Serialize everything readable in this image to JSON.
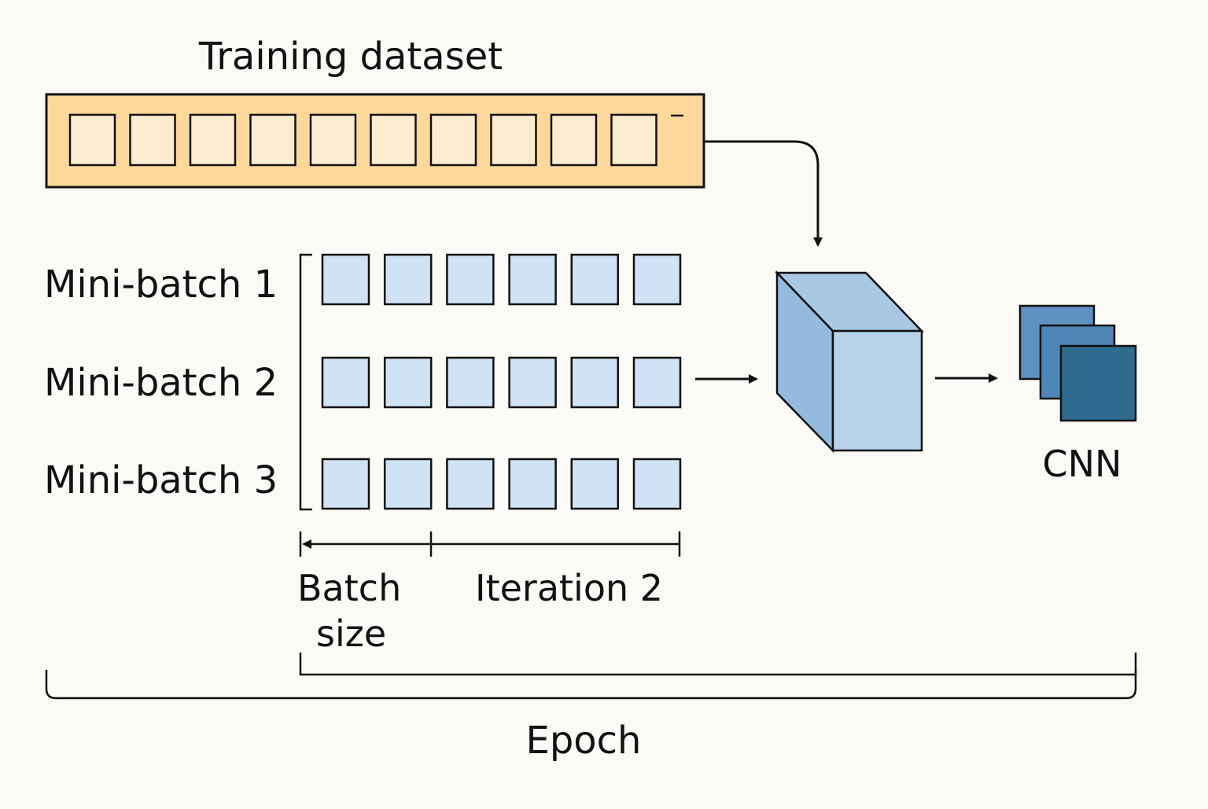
{
  "title": "Training dataset",
  "dataset": {
    "sample_count": 10
  },
  "mini_batches": [
    {
      "label": "Mini-batch 1",
      "sample_count": 6
    },
    {
      "label": "Mini-batch 2",
      "sample_count": 6
    },
    {
      "label": "Mini-batch 3",
      "sample_count": 6
    }
  ],
  "labels": {
    "batch_size_line1": "Batch",
    "batch_size_line2": "size",
    "iteration": "Iteration 2",
    "epoch": "Epoch",
    "cnn": "CNN"
  },
  "colors": {
    "dataset_bar": "#fdd89a",
    "dataset_cell": "#feecd0",
    "batch_cell": "#cfe3f5",
    "cube_front": "#b7d3ea",
    "cube_top": "#a9c8e4",
    "cube_side": "#94bbdc",
    "feature_map_1": "#5c91c0",
    "feature_map_2": "#4e86b5",
    "feature_map_3": "#2f6b8f",
    "stroke": "#111111"
  }
}
